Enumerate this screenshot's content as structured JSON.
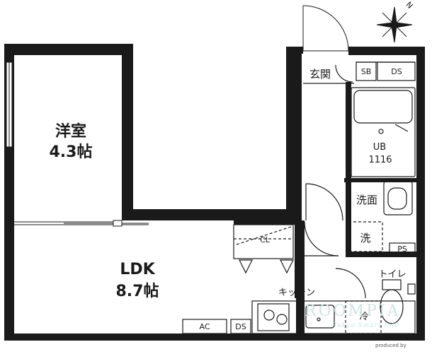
{
  "rooms": {
    "western": {
      "name": "洋室",
      "size": "4.3帖"
    },
    "ldk": {
      "name": "LDK",
      "size": "8.7帖"
    },
    "entrance": "玄関",
    "bath": {
      "name": "UB",
      "size": "1116"
    },
    "washroom": "洗面",
    "washer": "洗",
    "toilet": "トイレ",
    "kitchen": "キッチン",
    "fridge": "冷"
  },
  "fixtures": {
    "closet": "CL",
    "shoe_box": "SB",
    "ds_top": "DS",
    "ds_bottom": "DS",
    "pipe_space": "PS",
    "aircon": "AC"
  },
  "watermark": {
    "brand": "ROOMPIA",
    "tagline": "Tokyo Smart Life",
    "produced": "produced by"
  },
  "north_mark": "N"
}
